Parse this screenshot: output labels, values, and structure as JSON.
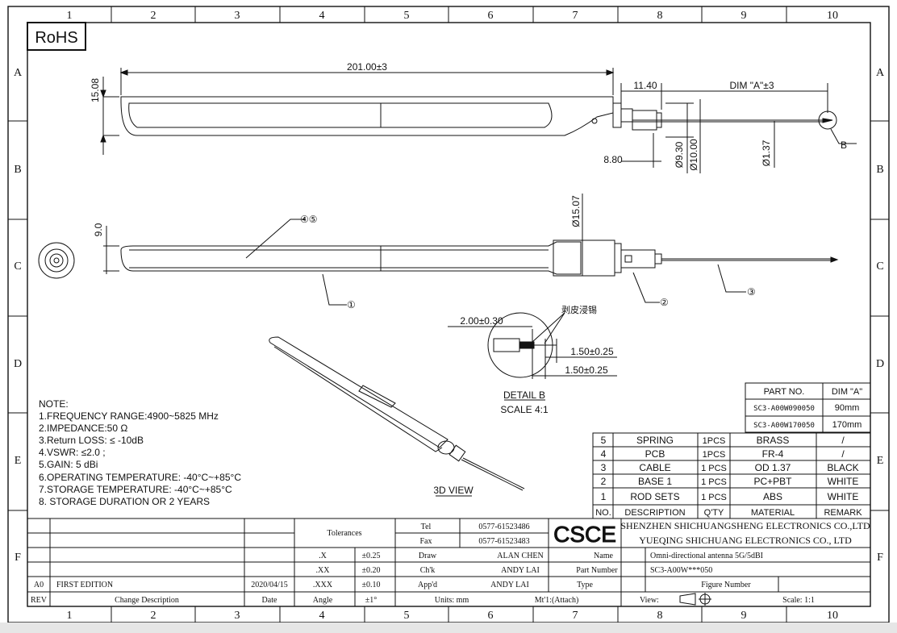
{
  "border": {
    "columns": [
      "1",
      "2",
      "3",
      "4",
      "5",
      "6",
      "7",
      "8",
      "9",
      "10"
    ],
    "rows": [
      "A",
      "B",
      "C",
      "D",
      "E",
      "F"
    ]
  },
  "rohs": "RoHS",
  "top_view": {
    "overall_length": "201.00±3",
    "height": "15.08",
    "base_len": "11.40",
    "dim_a": "DIM \"A\"±3",
    "base_small": "8.80",
    "dia_930": "Ø9.30",
    "dia_1000": "Ø10.00",
    "dia_137": "Ø1.37",
    "detail_ref": "B"
  },
  "side_view": {
    "thickness": "9.0",
    "diameter": "Ø15.07",
    "callout_45": "④⑤",
    "callout_1": "①",
    "callout_2": "②",
    "callout_3": "③"
  },
  "detail_b": {
    "label": "剥皮浸锡",
    "strip_len": "2.00±0.30",
    "dim1": "1.50±0.25",
    "dim2": "1.50±0.25",
    "title": "DETAIL B",
    "scale": "SCALE 4:1"
  },
  "view3d": {
    "label": "3D VIEW"
  },
  "notes": {
    "title": "NOTE:",
    "lines": [
      "1.FREQUENCY RANGE:4900~5825 MHz",
      "2.IMPEDANCE:50 Ω",
      "3.Return LOSS: ≤ -10dB",
      "4.VSWR: ≤2.0 ;",
      "5.GAIN: 5 dBi",
      "6.OPERATING TEMPERATURE: -40°C~+85°C",
      "7.STORAGE TEMPERATURE: -40°C~+85°C",
      "8. STORAGE DURATION OR 2 YEARS"
    ]
  },
  "part_table": {
    "headers": [
      "PART NO.",
      "DIM \"A\""
    ],
    "rows": [
      [
        "SC3-A00W090050",
        "90mm"
      ],
      [
        "SC3-A00W170050",
        "170mm"
      ]
    ]
  },
  "bom": {
    "headers": [
      "NO.",
      "DESCRIPTION",
      "Q'TY",
      "MATERIAL",
      "REMARK"
    ],
    "rows": [
      [
        "5",
        "SPRING",
        "1PCS",
        "BRASS",
        "/"
      ],
      [
        "4",
        "PCB",
        "1PCS",
        "FR-4",
        "/"
      ],
      [
        "3",
        "CABLE",
        "1 PCS",
        "OD 1.37",
        "BLACK"
      ],
      [
        "2",
        "BASE 1",
        "1 PCS",
        "PC+PBT",
        "WHITE"
      ],
      [
        "1",
        "ROD SETS",
        "1 PCS",
        "ABS",
        "WHITE"
      ]
    ]
  },
  "title_block": {
    "tolerances": "Tolerances",
    "tol_rows": [
      [
        ".X",
        "±0.25"
      ],
      [
        ".XX",
        "±0.20"
      ],
      [
        ".XXX",
        "±0.10"
      ],
      [
        "Angle",
        "±1°"
      ]
    ],
    "tel_label": "Tel",
    "tel": "0577-61523486",
    "fax_label": "Fax",
    "fax": "0577-61523483",
    "logo": "CSCE",
    "company_en": "SHENZHEN SHICHUANGSHENG ELECTRONICS CO.,LTD",
    "company_en2": "YUEQING SHICHUANG ELECTRONICS CO., LTD",
    "draw_label": "Draw",
    "draw": "ALAN CHEN",
    "chk_label": "Ch'k",
    "chk": "ANDY LAI",
    "appd_label": "App'd",
    "appd": "ANDY LAI",
    "name_label": "Name",
    "name": "Omni-directional antenna 5G/5dBI",
    "partnum_label": "Part Number",
    "partnum": "SC3-A00W***050",
    "type_label": "Type",
    "figure_label": "Figure Number",
    "units": "Units: mm",
    "mtl": "Mt'1:(Attach)",
    "view": "View:",
    "scale": "Scale: 1:1",
    "rev_label": "REV",
    "change_label": "Change Description",
    "date_label": "Date",
    "rev_a0": "A0",
    "first_edition": "FIRST EDITION",
    "date": "2020/04/15"
  }
}
